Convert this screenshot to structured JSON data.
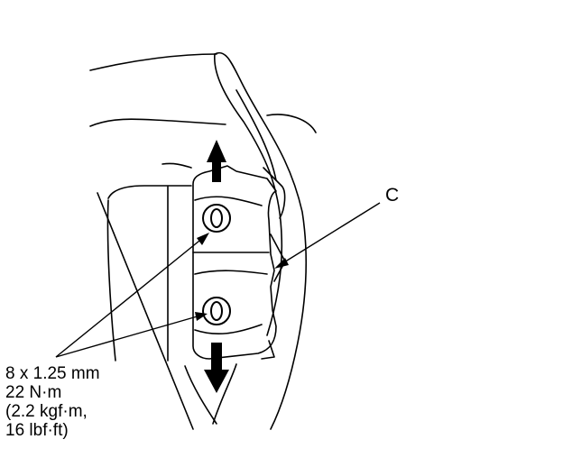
{
  "callouts": {
    "part_c": "C"
  },
  "bolt_spec": {
    "size": "8 x 1.25 mm",
    "torque_nm": "22 N·m",
    "torque_kgfm": "(2.2 kgf·m,",
    "torque_lbfft": "16 lbf·ft)"
  },
  "colors": {
    "ink": "#000000",
    "background": "#ffffff"
  },
  "icons": [
    "arrow-up-icon",
    "arrow-down-icon",
    "bolt-icon"
  ]
}
